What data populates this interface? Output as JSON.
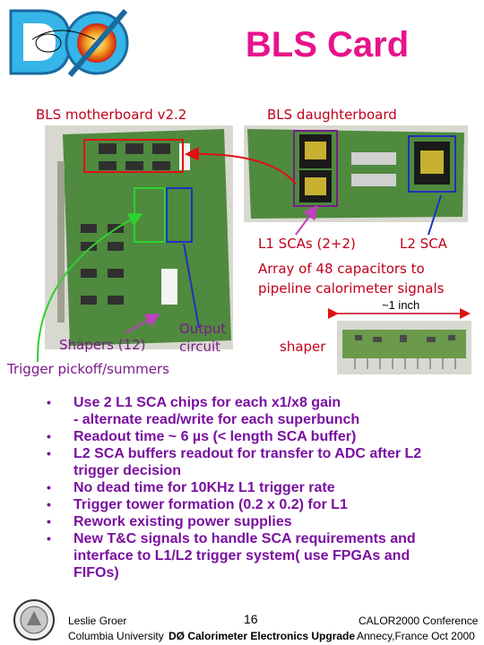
{
  "title": "BLS Card",
  "labels": {
    "motherboard": "BLS motherboard v2.2",
    "daughterboard": "BLS daughterboard",
    "l1_scas": "L1 SCAs (2+2)",
    "l2_sca": "L2 SCA",
    "array_line1": "Array of 48 capacitors to",
    "array_line2": "pipeline calorimeter signals",
    "one_inch": "~1 inch",
    "output_line1": "Output",
    "output_line2": "circuit",
    "shapers": "Shapers (12)",
    "trigger": "Trigger pickoff/summers",
    "shaper": "shaper"
  },
  "bullets": [
    {
      "line1": "Use 2 L1 SCA chips for each x1/x8 gain",
      "line2": "- alternate read/write for each superbunch"
    },
    {
      "line1": "Readout time ~ 6 µs (< length SCA buffer)",
      "line2": ""
    },
    {
      "line1": "L2 SCA buffers readout for transfer to ADC after L2",
      "line2": "trigger decision"
    },
    {
      "line1": "No dead time for 10KHz L1 trigger rate",
      "line2": ""
    },
    {
      "line1": "Trigger tower formation (0.2 x 0.2) for L1",
      "line2": ""
    },
    {
      "line1": "Rework existing power supplies",
      "line2": ""
    },
    {
      "line1": "New T&C signals to handle SCA requirements and",
      "line2": "interface to L1/L2 trigger system( use FPGAs and",
      "line3": "FIFOs)"
    }
  ],
  "footer": {
    "author": "Leslie Groer",
    "institution": "Columbia University",
    "page": "16",
    "talk": "DØ Calorimeter Electronics Upgrade",
    "conference": "CALOR2000 Conference",
    "location": "Annecy,France Oct 2000"
  },
  "colors": {
    "title": "#e8128a",
    "caption": "#c0001a",
    "bullets": "#7a10a0",
    "pcb_green": "#4f8a3e",
    "highlight_red": "#e01010",
    "highlight_blue": "#2030c0",
    "arrow_green": "#30d030",
    "arrow_purple": "#c040c0"
  },
  "icons": [
    "d0-logo",
    "university-seal"
  ]
}
